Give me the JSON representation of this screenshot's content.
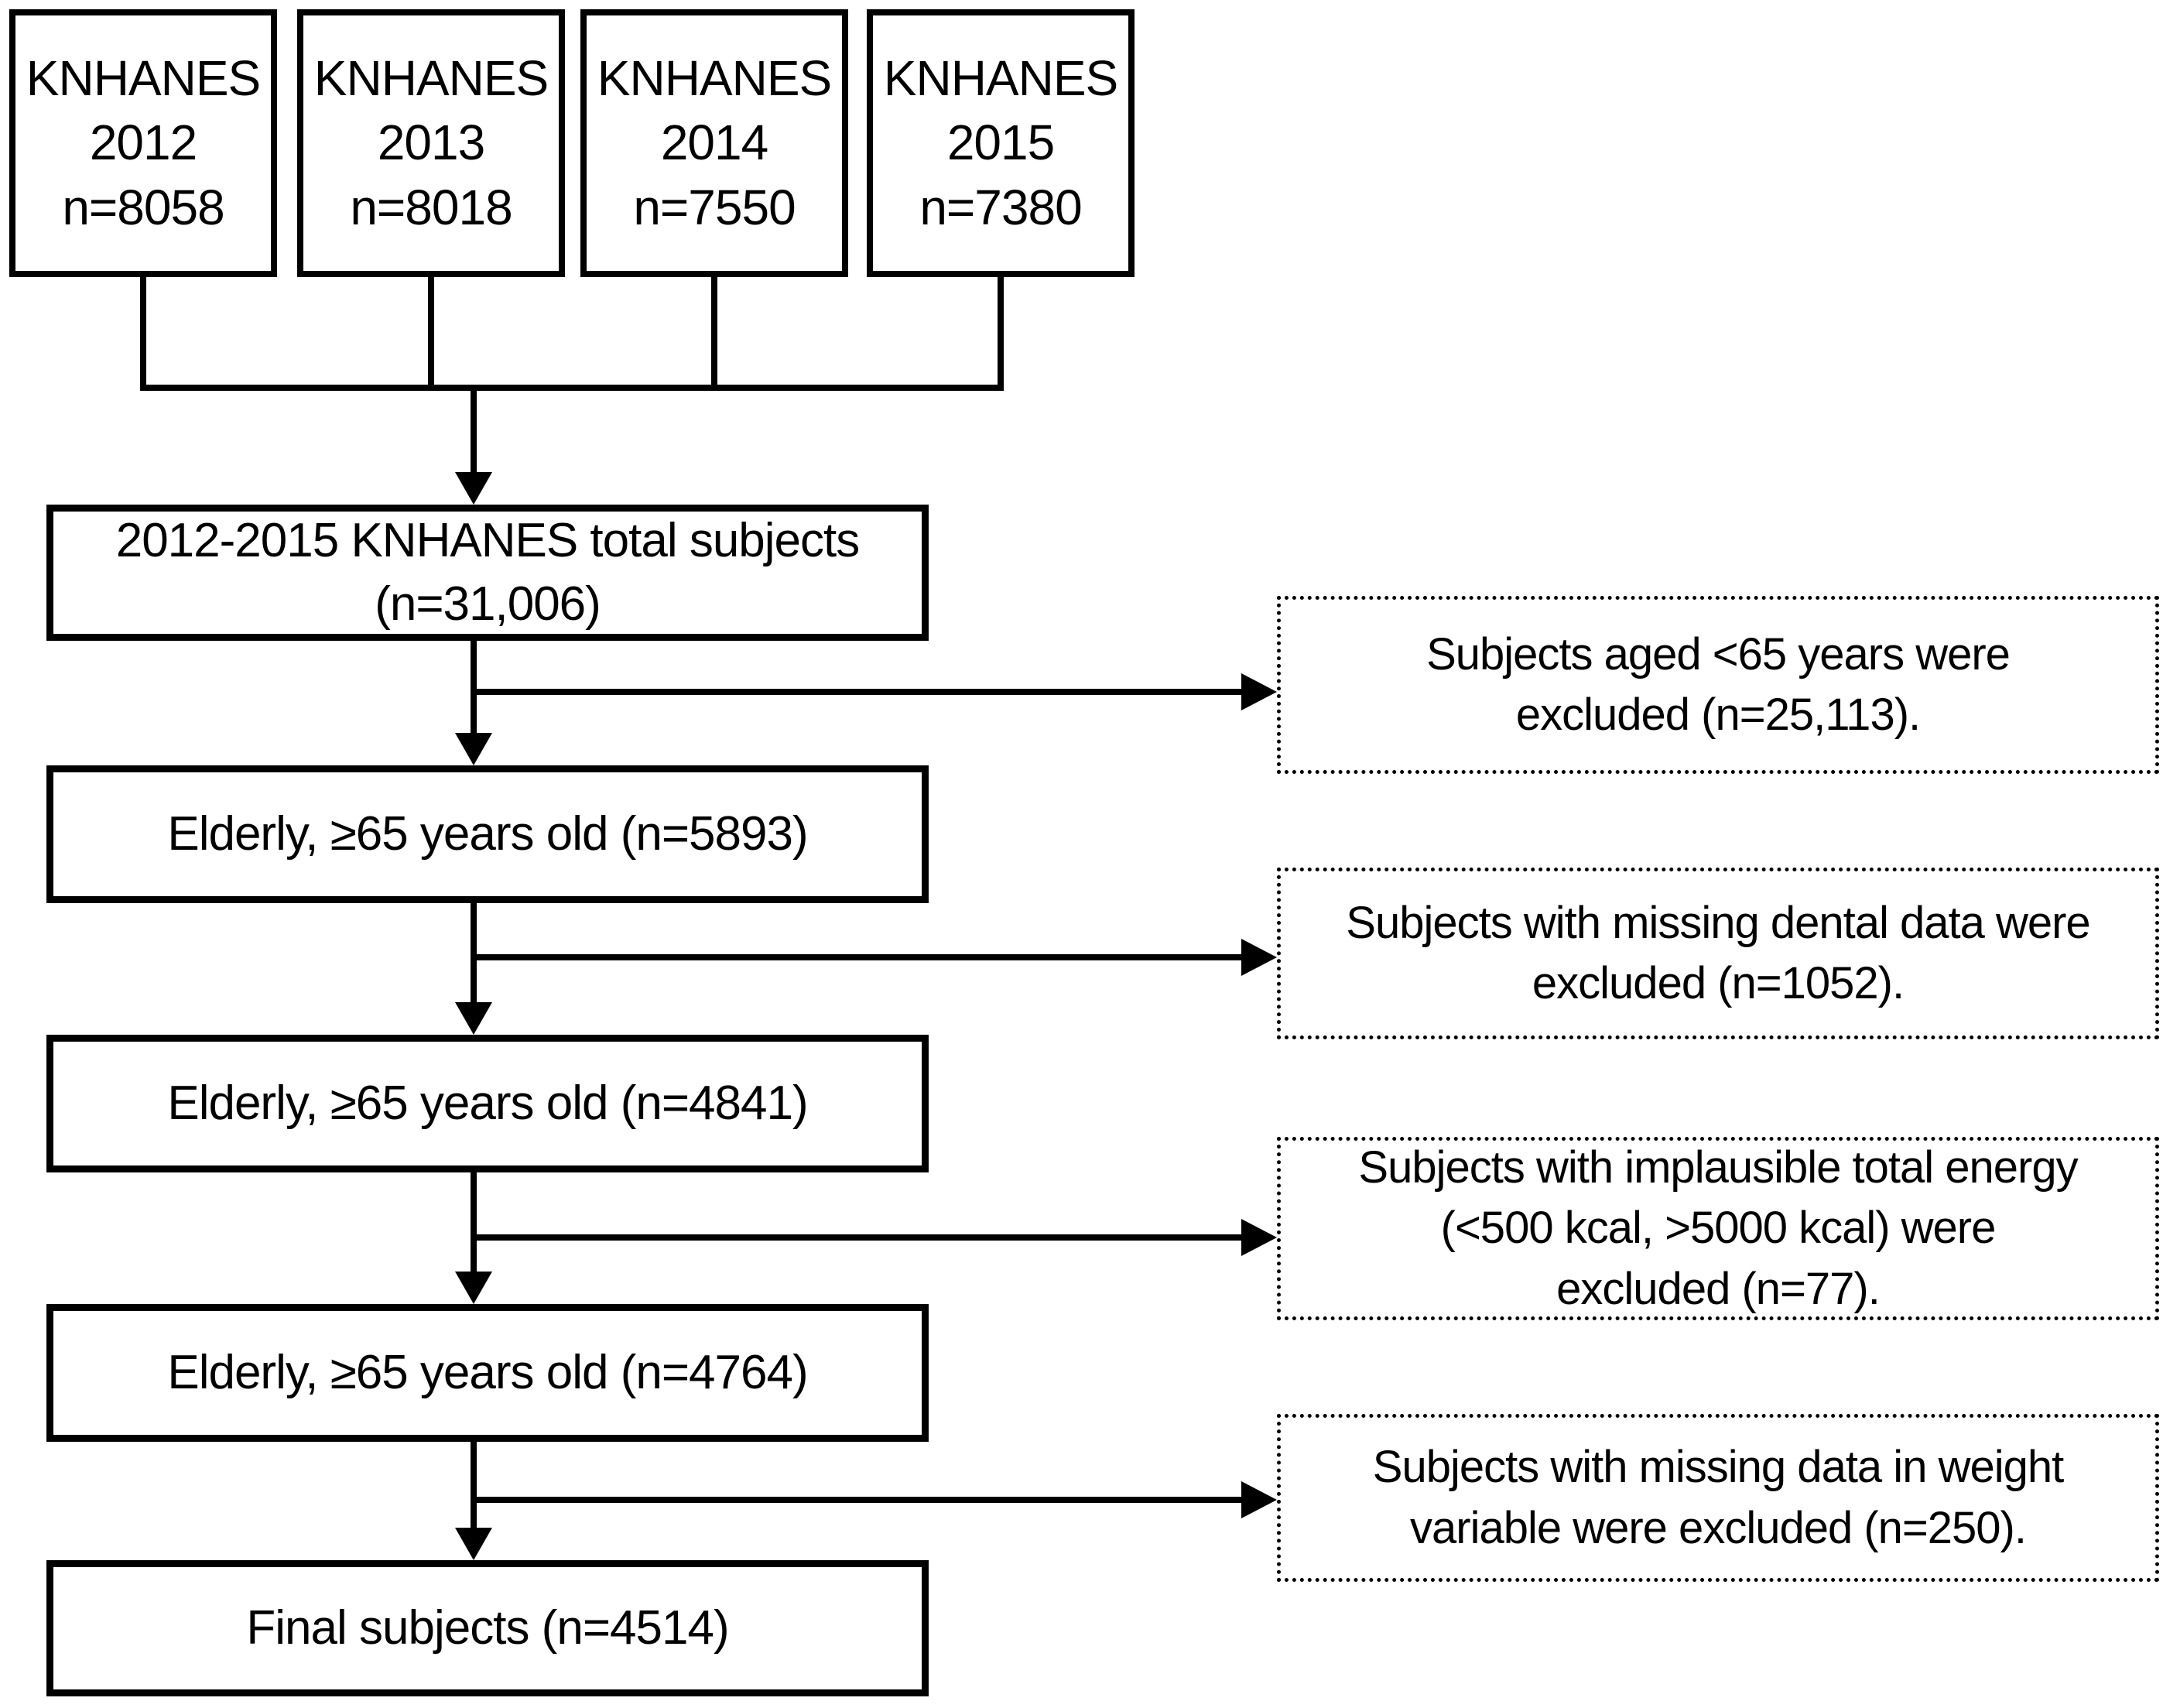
{
  "diagram_type": "study-selection-flowchart",
  "colors": {
    "line": "#000000",
    "background": "#ffffff",
    "text": "#000000"
  },
  "source_boxes": [
    {
      "line1": "KNHANES",
      "line2": "2012",
      "line3": "n=8058"
    },
    {
      "line1": "KNHANES",
      "line2": "2013",
      "line3": "n=8018"
    },
    {
      "line1": "KNHANES",
      "line2": "2014",
      "line3": "n=7550"
    },
    {
      "line1": "KNHANES",
      "line2": "2015",
      "line3": "n=7380"
    }
  ],
  "flow_boxes": [
    {
      "line1": "2012-2015 KNHANES total subjects",
      "line2": "(n=31,006)"
    },
    {
      "line1": "Elderly, ≥65 years old (n=5893)"
    },
    {
      "line1": "Elderly, ≥65 years old (n=4841)"
    },
    {
      "line1": "Elderly, ≥65 years old (n=4764)"
    },
    {
      "line1": "Final subjects (n=4514)"
    }
  ],
  "exclusion_boxes": [
    {
      "line1": "Subjects aged <65 years were",
      "line2": "excluded (n=25,113)."
    },
    {
      "line1": "Subjects with missing dental data were",
      "line2": "excluded (n=1052)."
    },
    {
      "line1": "Subjects with implausible total energy",
      "line2": "(<500 kcal, >5000 kcal) were",
      "line3": "excluded (n=77)."
    },
    {
      "line1": "Subjects with missing data in weight",
      "line2": "variable were excluded (n=250)."
    }
  ]
}
